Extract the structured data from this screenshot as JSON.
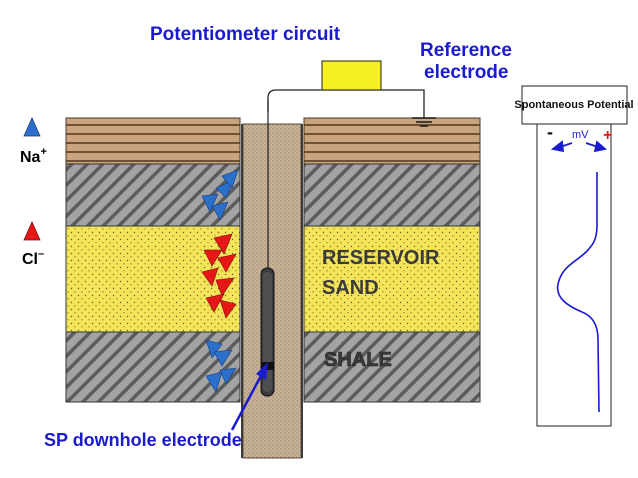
{
  "labels": {
    "potentiometer": "Potentiometer circuit",
    "reference_line1": "Reference",
    "reference_line2": "electrode",
    "sodium": "Na",
    "sodium_charge": "+",
    "chloride": "Cl",
    "chloride_charge": "–",
    "reservoir_line1": "RESERVOIR",
    "reservoir_line2": "SAND",
    "shale": "SHALE",
    "downhole": "SP downhole electrode"
  },
  "sp_log": {
    "title": "Spontaneous Potential",
    "minus": "-",
    "unit": "mV",
    "plus": "+"
  },
  "colors": {
    "label_blue": "#1a1ad0",
    "sand": "#f3e45a",
    "shale": "#9a9a9a",
    "surface_layers": "#c8a37d",
    "borehole": "#c9b59d",
    "potentiometer_box": "#f4ef1e",
    "sodium_ion": "#2a6fc9",
    "chloride_ion": "#e81717",
    "sp_curve": "#1a1ad0",
    "plus_sign": "#e81717"
  }
}
